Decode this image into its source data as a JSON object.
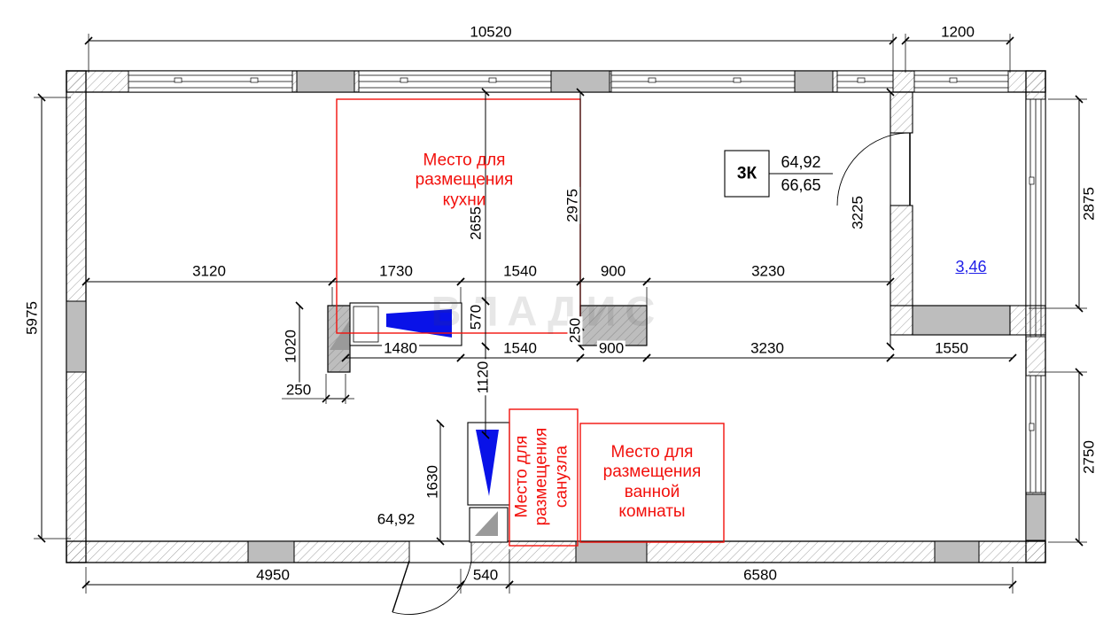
{
  "watermark": "ВЛАДИС",
  "unit_box": {
    "type": "3К",
    "area_top": "64,92",
    "area_bottom": "66,65"
  },
  "labels": {
    "balcony_area": "3,46",
    "room_area": "64,92"
  },
  "notes": {
    "kitchen": "Место для размещения кухни",
    "wc": "Место для размещения санузла",
    "bathroom": "Место для размещения ванной комнаты"
  },
  "dims": {
    "top_main": "10520",
    "top_balcony": "1200",
    "left_total": "5975",
    "right_upper": "2875",
    "right_lower": "2750",
    "row1_a": "3120",
    "row1_b": "1730",
    "row1_c": "1540",
    "row1_d": "900",
    "row1_e": "3230",
    "v_2655": "2655",
    "v_2975": "2975",
    "v_3225": "3225",
    "row2_a": "1480",
    "row2_b": "1540",
    "row2_c": "900",
    "row2_d": "3230",
    "row2_e": "1550",
    "v_1020": "1020",
    "v_570": "570",
    "v_250": "250",
    "h_250": "250",
    "v_1120": "1120",
    "v_1630": "1630",
    "bottom_a": "4950",
    "bottom_b": "540",
    "bottom_c": "6580"
  },
  "colors": {
    "annotation_red": "#f2100c",
    "accent_blue": "#1f1fe8",
    "wall_gray": "#bdbdbd",
    "line_black": "#000000"
  }
}
